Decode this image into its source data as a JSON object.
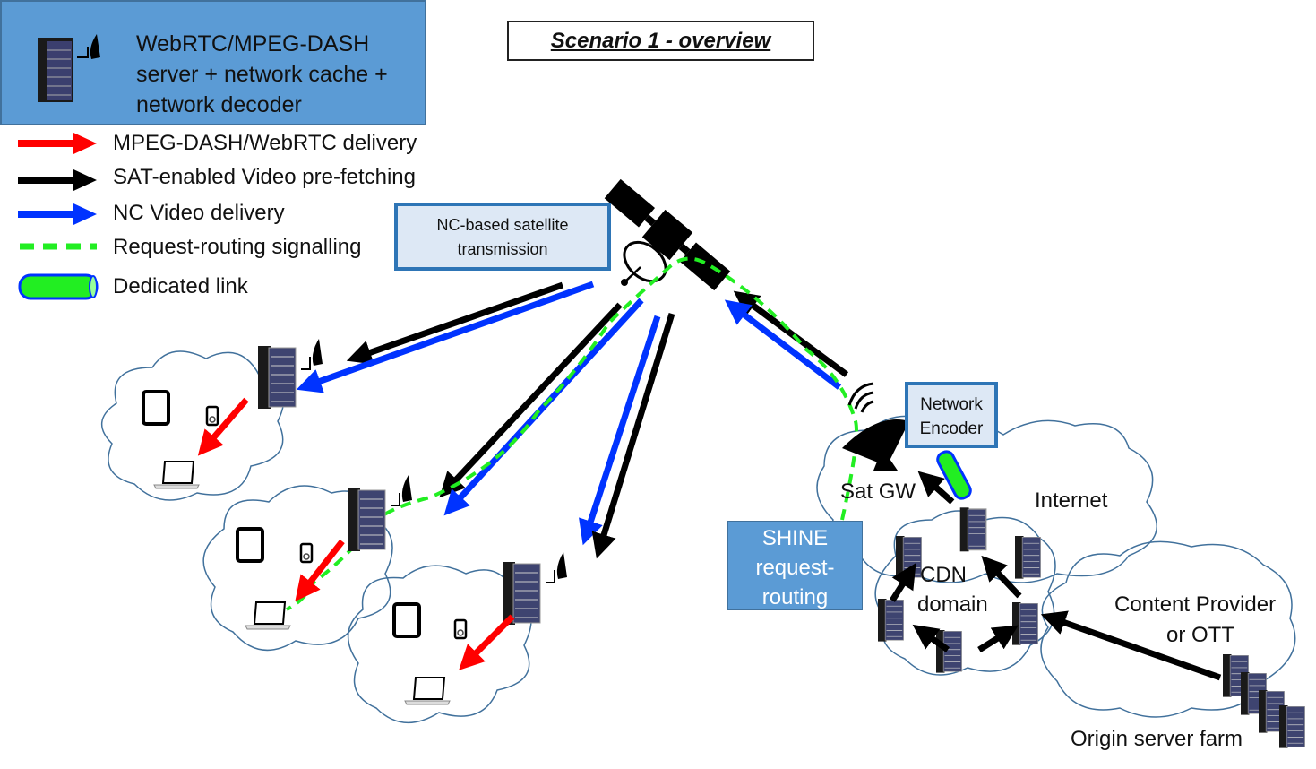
{
  "title": "Scenario 1 - overview",
  "server_legend": {
    "icon": "server-with-dish-icon",
    "lines": [
      "WebRTC/MPEG-DASH",
      "server + network cache +",
      "network decoder"
    ]
  },
  "legend": [
    {
      "type": "arrow",
      "color": "#ff0000",
      "label": "MPEG-DASH/WebRTC delivery"
    },
    {
      "type": "arrow",
      "color": "#000000",
      "label": "SAT-enabled Video pre-fetching"
    },
    {
      "type": "arrow",
      "color": "#0033ff",
      "label": "NC Video delivery"
    },
    {
      "type": "dashed",
      "color": "#22ee22",
      "label": "Request-routing signalling"
    },
    {
      "type": "cylinder",
      "color": "#22ee22",
      "label": "Dedicated link"
    }
  ],
  "boxes": {
    "nc_transmission": [
      "NC-based satellite",
      "transmission"
    ],
    "network_encoder": [
      "Network",
      "Encoder"
    ],
    "shine": [
      "SHINE",
      "request-",
      "routing"
    ]
  },
  "labels": {
    "sat_gw": "Sat GW",
    "internet": "Internet",
    "cdn": [
      "CDN",
      "domain"
    ],
    "content_provider": [
      "Content Provider",
      "or OTT"
    ],
    "origin": "Origin server farm"
  },
  "colors": {
    "red": "#ff0000",
    "black": "#000000",
    "blue": "#0033ff",
    "green": "#22ee22",
    "cloud": "#41719c",
    "box_fill": "#5b9bd5"
  }
}
